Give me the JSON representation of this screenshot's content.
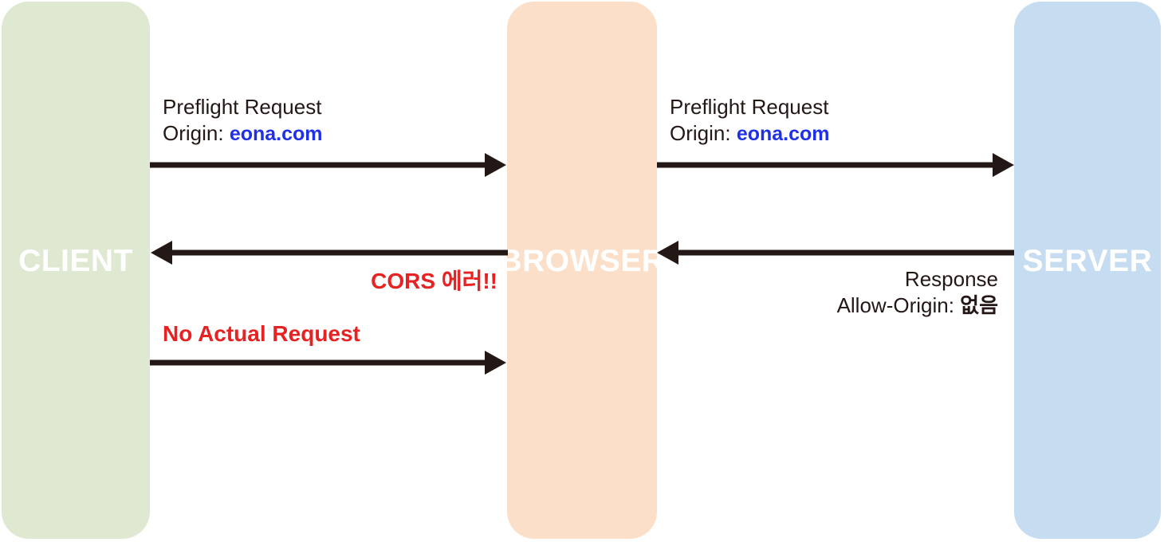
{
  "theme": {
    "page-bg": "#ffffff",
    "client-bg": "#dfe9d2",
    "browser-bg": "#fcdfc8",
    "server-bg": "#c6dcf0",
    "arrow-color": "#231815",
    "text-color": "#231815",
    "error-color": "#e62222",
    "link-blue": "#2030e8",
    "label-color": "#ffffff"
  },
  "diagram": {
    "title_implicit": "CORS preflight failure sequence",
    "columns": [
      {
        "id": "client",
        "label": "CLIENT"
      },
      {
        "id": "browser",
        "label": "BROWSER"
      },
      {
        "id": "server",
        "label": "SERVER"
      }
    ],
    "messages": {
      "preflight_left": {
        "line1": "Preflight Request",
        "line2_prefix": "Origin: ",
        "line2_value": "eona.com"
      },
      "preflight_right": {
        "line1": "Preflight Request",
        "line2_prefix": "Origin: ",
        "line2_value": "eona.com"
      },
      "cors_error": "CORS 에러!!",
      "response": {
        "line1": "Response",
        "line2_prefix": "Allow-Origin: ",
        "line2_value": "없음"
      },
      "no_actual_request": "No Actual Request"
    }
  }
}
